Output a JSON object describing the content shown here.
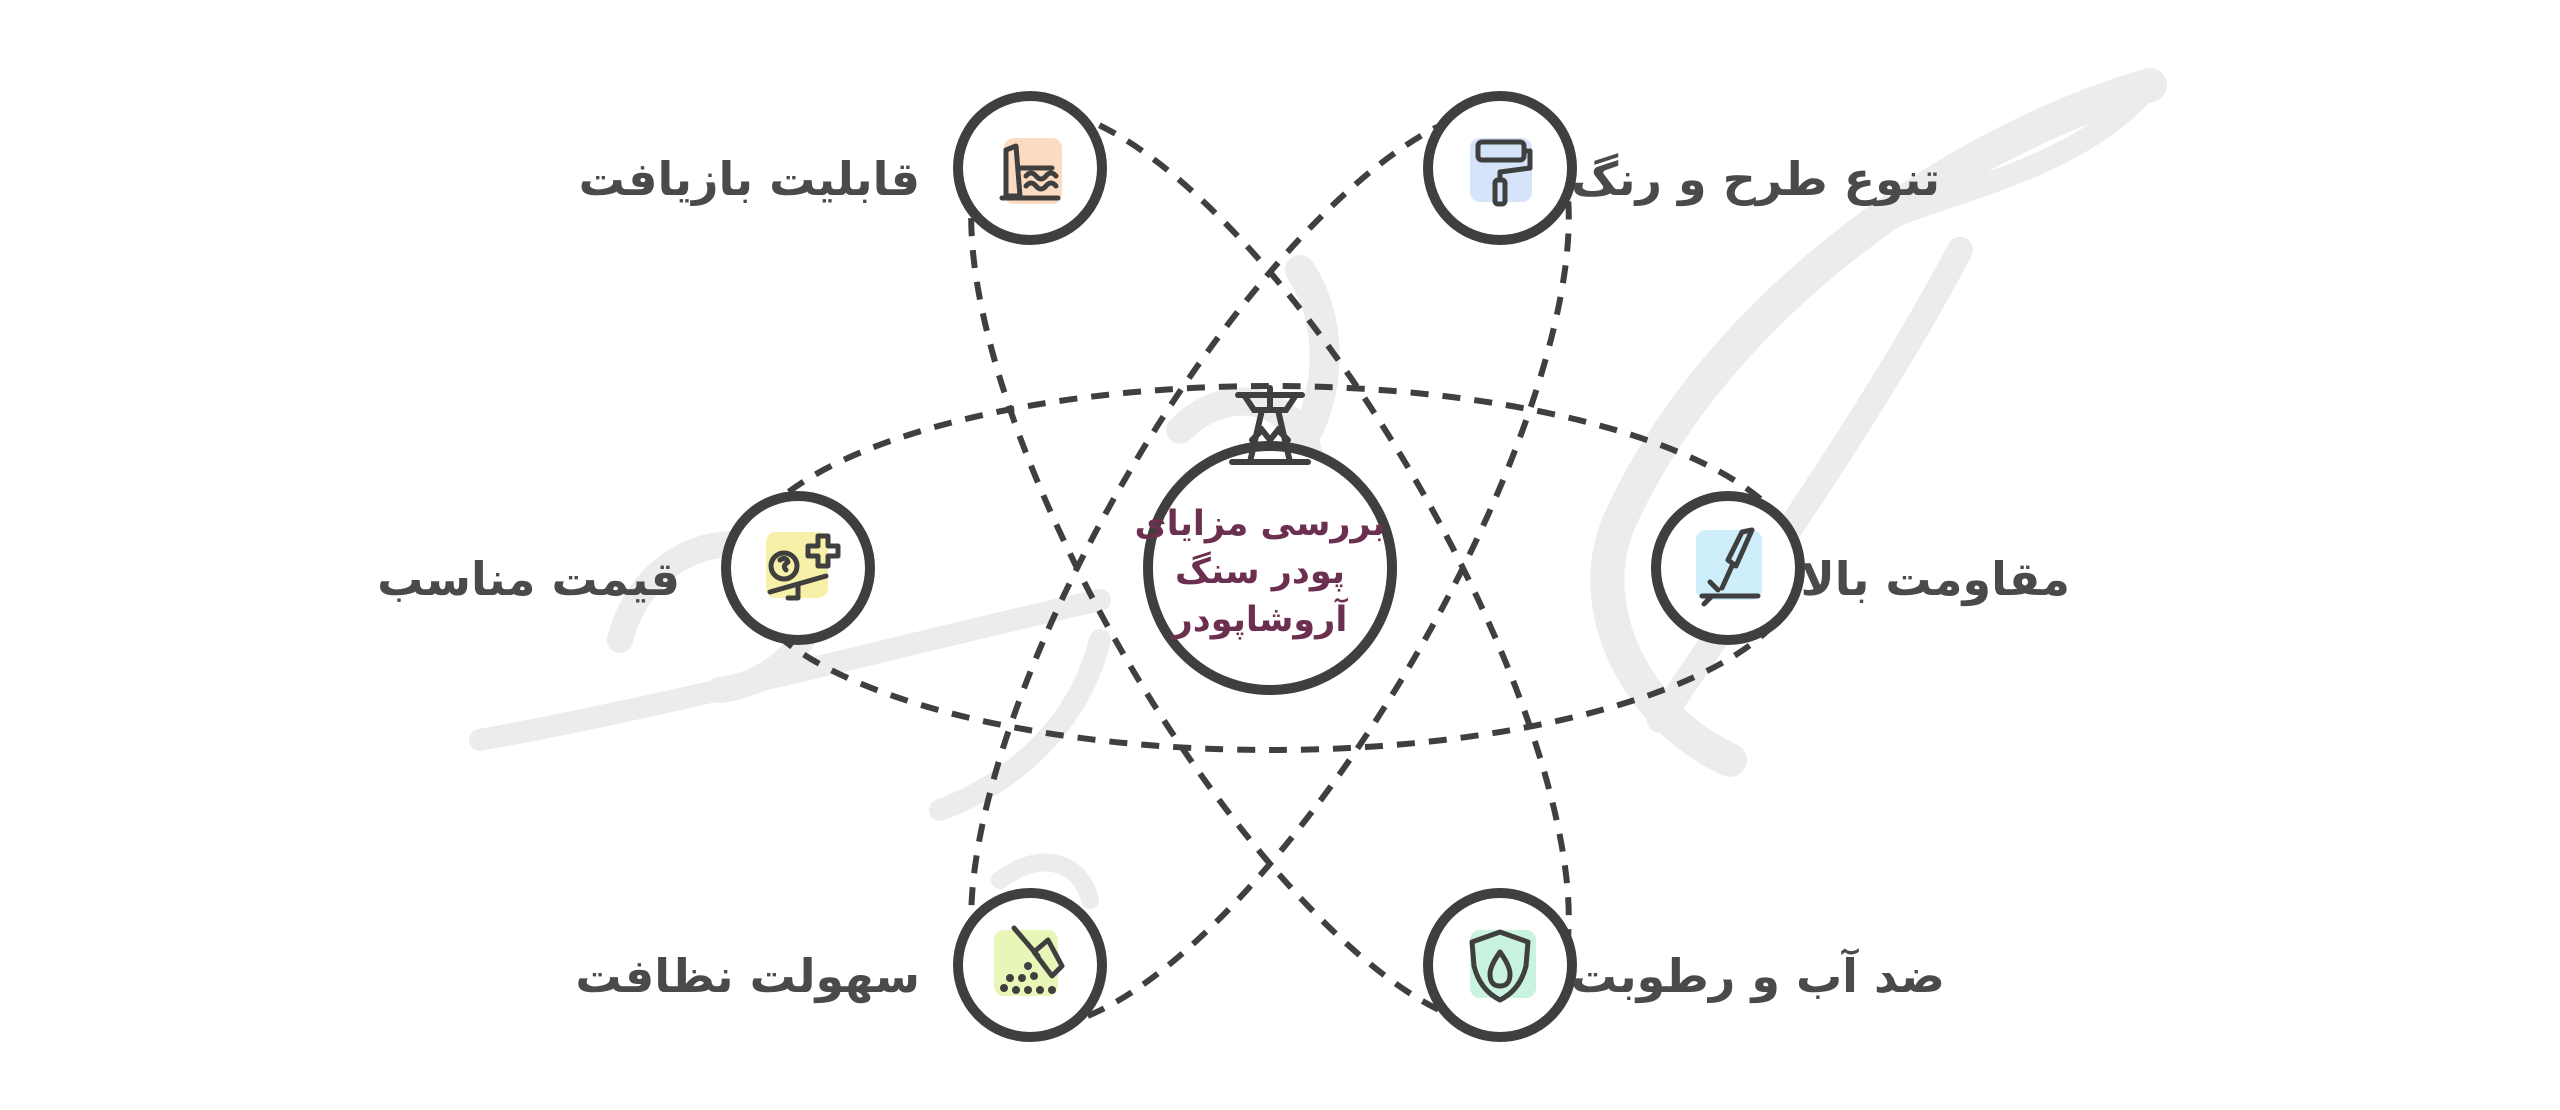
{
  "center": {
    "line1": "بررسی مزایای",
    "line2": "پودر سنگ",
    "line3": "آروشاپودر"
  },
  "nodes": [
    {
      "id": "top-left",
      "label": "قابلیت بازیافت",
      "icon": "factory-water-icon",
      "color": "#fbd9bf"
    },
    {
      "id": "top-right",
      "label": "تنوع طرح و رنگ",
      "icon": "paint-roller-icon",
      "color": "#d6e4f9"
    },
    {
      "id": "mid-left",
      "label": "قیمت مناسب",
      "icon": "price-balance-icon",
      "color": "#f7f0a8"
    },
    {
      "id": "mid-right",
      "label": "مقاومت بالا",
      "icon": "knife-scratch-icon",
      "color": "#cfeefb"
    },
    {
      "id": "bottom-left",
      "label": "سهولت نظافت",
      "icon": "broom-icon",
      "color": "#e8f7b8"
    },
    {
      "id": "bottom-right",
      "label": "ضد آب و رطوبت",
      "icon": "water-shield-icon",
      "color": "#c9f3df"
    }
  ],
  "colors": {
    "stroke": "#3f3f3f",
    "center_text": "#6b2f50",
    "watermark": "#e9e9e9"
  }
}
